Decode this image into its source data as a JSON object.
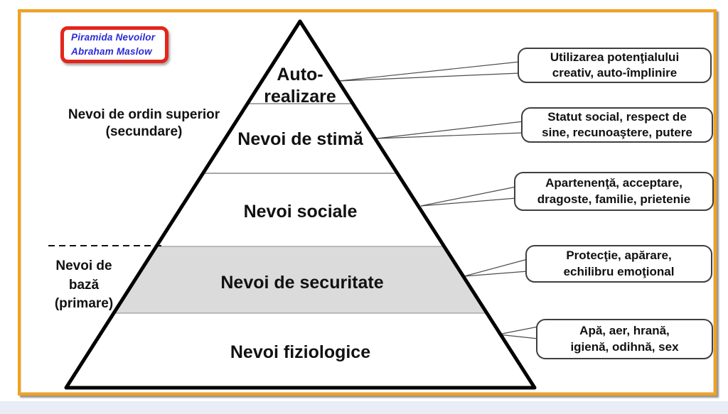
{
  "note_box": {
    "line1": "Piramida Nevoilor",
    "line2": "Abraham Maslow"
  },
  "group_labels": {
    "superior": "Nevoi de ordin superior\n(secundare)",
    "primary": "Nevoi de\nbază\n(primare)"
  },
  "pyramid_levels": [
    {
      "name": "auto-realizare",
      "label": "Auto-\nrealizare",
      "highlighted": false
    },
    {
      "name": "nevoi-de-stima",
      "label": "Nevoi de stimă",
      "highlighted": false
    },
    {
      "name": "nevoi-sociale",
      "label": "Nevoi sociale",
      "highlighted": false
    },
    {
      "name": "nevoi-de-securitate",
      "label": "Nevoi de securitate",
      "highlighted": true
    },
    {
      "name": "nevoi-fiziologice",
      "label": "Nevoi fiziologice",
      "highlighted": false
    }
  ],
  "callouts": [
    {
      "text": "Utilizarea potenţialului\ncreativ, auto-împlinire"
    },
    {
      "text": "Statut social, respect de\nsine, recunoaştere, putere"
    },
    {
      "text": "Apartenenţă, acceptare,\ndragoste, familie, prietenie"
    },
    {
      "text": "Protecţie, apărare,\nechilibru emoţional"
    },
    {
      "text": "Apă, aer, hrană,\nigienă, odihnă, sex"
    }
  ],
  "colors": {
    "frame_orange": "#F2A11E",
    "note_border_red": "#E4251B",
    "note_text_blue": "#2B2BD6",
    "security_band_gray": "#DBDBDB",
    "footer_strip_blue": "#E8EDF6",
    "pyramid_outline": "#000000"
  }
}
